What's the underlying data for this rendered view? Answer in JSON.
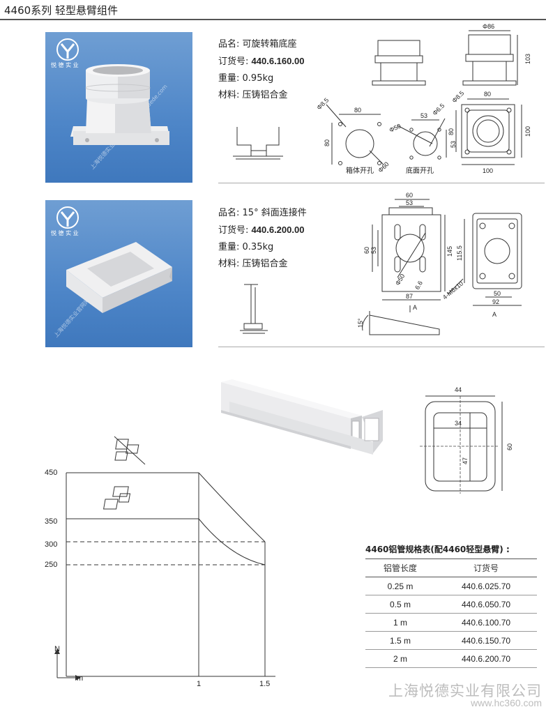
{
  "header": {
    "title": "4460系列  轻型悬臂组件"
  },
  "products": [
    {
      "logo_text": "悦 德 实 业",
      "watermark": "上海悦德实业官网网站: www.shyuede.com",
      "name_label": "品名:",
      "name_value": "可旋转箱底座",
      "order_label": "订货号:",
      "order_value": "440.6.160.00",
      "weight_label": "重量:",
      "weight_value": "0.95kg",
      "material_label": "材料:",
      "material_value": "压铸铝合金",
      "drawing": {
        "top_dia": "Φ86",
        "height": "103",
        "flange_w": "80",
        "flange_h": "80",
        "outer_w": "100",
        "outer_h": "100",
        "hole_dia": "Φ8.5",
        "box_hole_w": "80",
        "box_hole_h": "80",
        "box_hole_dia": "Φ8.5",
        "box_center_dia": "Φ60",
        "bottom_w": "53",
        "bottom_h": "53",
        "bottom_hole": "Φ6.5",
        "bottom_center": "Φ50",
        "box_cut_label": "箱体开孔",
        "bottom_cut_label": "底面开孔"
      }
    },
    {
      "logo_text": "悦 德 实 业",
      "watermark": "上海悦德实业官网网站: www.shyuede.com",
      "name_label": "品名:",
      "name_value": "15° 斜面连接件",
      "order_label": "订货号:",
      "order_value": "440.6.200.00",
      "weight_label": "重量:",
      "weight_value": "0.35kg",
      "material_label": "材料:",
      "material_value": "压铸铝合金",
      "drawing": {
        "top60": "60",
        "top53": "53",
        "left60": "60",
        "left53": "53",
        "h145": "145",
        "h1155": "115.5",
        "d50": "Φ50",
        "d66": "6.6",
        "w87": "87",
        "w50": "50",
        "w92": "92",
        "thread": "4-M6x10",
        "angle": "15°",
        "section_a": "A",
        "section_a2": "A"
      }
    }
  ],
  "profile": {
    "w_outer": "44",
    "w_inner": "34",
    "h_inner": "47",
    "h_outer": "60"
  },
  "load_chart": {
    "y_ticks": [
      "450",
      "350",
      "300",
      "250"
    ],
    "x_ticks": [
      "1",
      "1.5"
    ],
    "y_axis": "N",
    "x_axis": "m"
  },
  "table": {
    "title": "4460铝管规格表(配4460轻型悬臂) :",
    "headers": [
      "铝管长度",
      "订货号"
    ],
    "rows": [
      [
        "0.25 m",
        "440.6.025.70"
      ],
      [
        "0.5 m",
        "440.6.050.70"
      ],
      [
        "1 m",
        "440.6.100.70"
      ],
      [
        "1.5 m",
        "440.6.150.70"
      ],
      [
        "2 m",
        "440.6.200.70"
      ]
    ]
  },
  "footer": {
    "company": "上海悦德实业有限公司",
    "url": "www.hc360.com"
  }
}
